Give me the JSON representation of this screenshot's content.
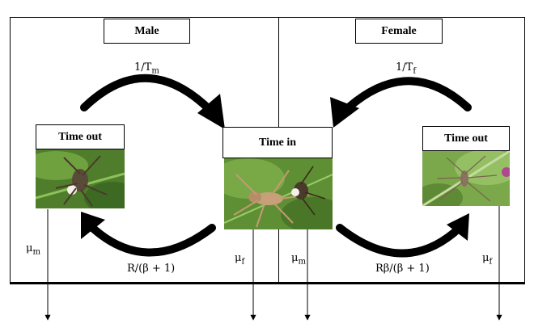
{
  "groups": {
    "male": "Male",
    "female": "Female"
  },
  "states": {
    "male_out": "Time out",
    "time_in": "Time in",
    "female_out": "Time out"
  },
  "rates": {
    "male_return": "1/T",
    "male_return_sub": "m",
    "female_return": "1/T",
    "female_return_sub": "f",
    "male_mating": "R/(β + 1)",
    "female_mating": "Rβ/(β + 1)",
    "mu": "μ",
    "mu_m_sub": "m",
    "mu_f_sub": "f"
  },
  "icons": {
    "photos": [
      "spider-photo-male",
      "spider-photo-pair",
      "spider-photo-female"
    ]
  },
  "colors": {
    "arrow": "#000000",
    "leaf_green": "#5f8f35",
    "spider_tan": "#c7a07a"
  }
}
